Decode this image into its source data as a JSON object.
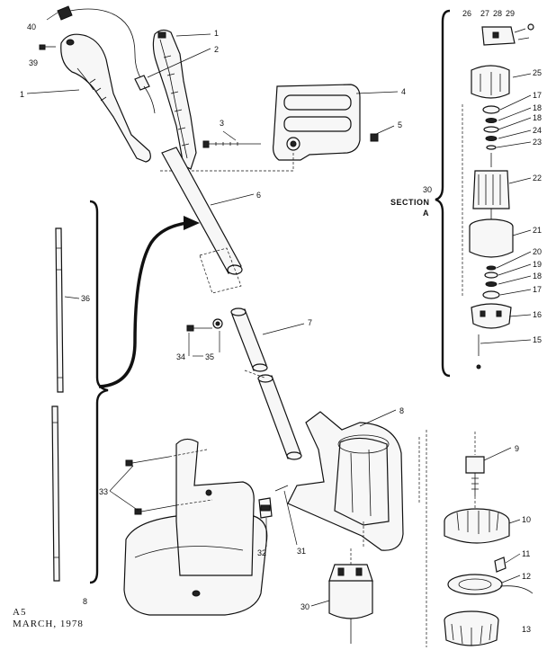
{
  "callouts": {
    "c40": "40",
    "c39": "39",
    "c1a": "1",
    "c1b": "1",
    "c2": "2",
    "c3": "3",
    "c4": "4",
    "c5": "5",
    "c6": "6",
    "c7": "7",
    "c8a": "8",
    "c8b": "8",
    "c9": "9",
    "c10": "10",
    "c11": "11",
    "c12": "12",
    "c13": "13",
    "c15": "15",
    "c16": "16",
    "c17a": "17",
    "c17b": "17",
    "c18a": "18",
    "c18b": "18",
    "c18c": "18",
    "c19": "19",
    "c20": "20",
    "c21": "21",
    "c22": "22",
    "c23": "23",
    "c24": "24",
    "c25": "25",
    "c26": "26",
    "c27": "27",
    "c28": "28",
    "c29": "29",
    "c30a": "30",
    "c30b": "30",
    "c31": "31",
    "c32": "32",
    "c33": "33",
    "c34": "34",
    "c35": "35",
    "c36": "36"
  },
  "section": {
    "line1": "SECTION",
    "line2": "A"
  },
  "footer": {
    "code": "A5",
    "date": "MARCH, 1978"
  }
}
